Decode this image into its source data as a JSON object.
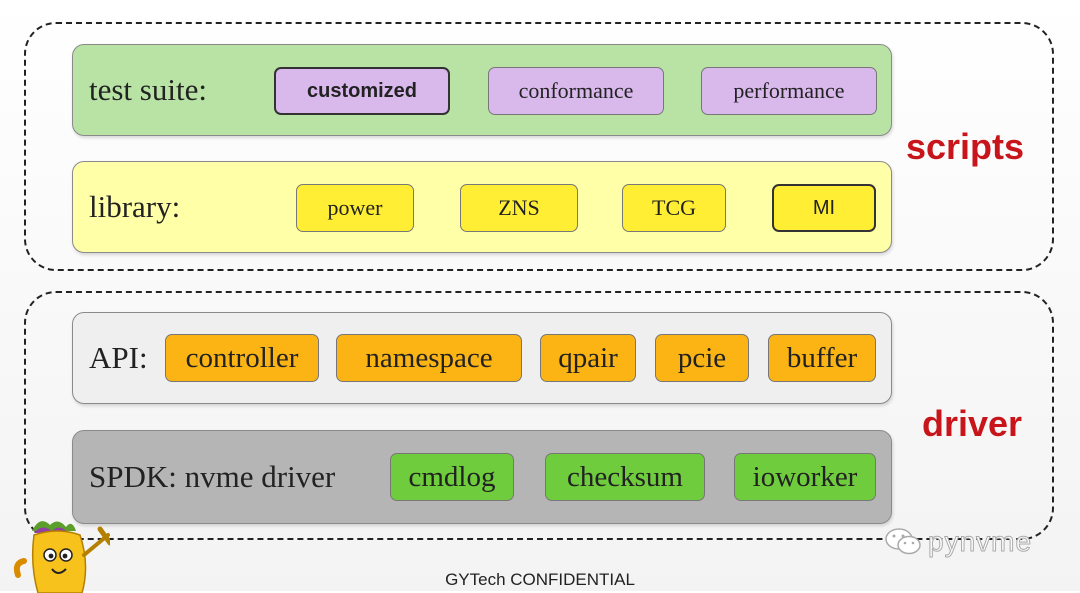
{
  "groups": {
    "scripts": {
      "label": "scripts"
    },
    "driver": {
      "label": "driver"
    }
  },
  "layers": {
    "test_suite": {
      "label": "test suite:",
      "fill": "#b9e3a4",
      "items": [
        "customized",
        "conformance",
        "performance"
      ]
    },
    "library": {
      "label": "library:",
      "fill": "#ffffa8",
      "items": [
        "power",
        "ZNS",
        "TCG",
        "MI"
      ]
    },
    "api": {
      "label": "API:",
      "fill": "#efefef",
      "items": [
        "controller",
        "namespace",
        "qpair",
        "pcie",
        "buffer"
      ]
    },
    "spdk": {
      "label": "SPDK: nvme driver",
      "fill": "#b5b5b5",
      "items": [
        "cmdlog",
        "checksum",
        "ioworker"
      ]
    }
  },
  "colors": {
    "purple_chip": "#d9b9ec",
    "yellow_chip": "#ffee33",
    "orange_chip": "#fbb414",
    "green_chip": "#6fcc3c",
    "accent_red": "#c8151b"
  },
  "watermark": {
    "text": "pynvme",
    "icon": "wechat-icon"
  },
  "footer": {
    "text": "GYTech CONFIDENTIAL"
  },
  "mascot": {
    "icon": "mascot-icon"
  }
}
